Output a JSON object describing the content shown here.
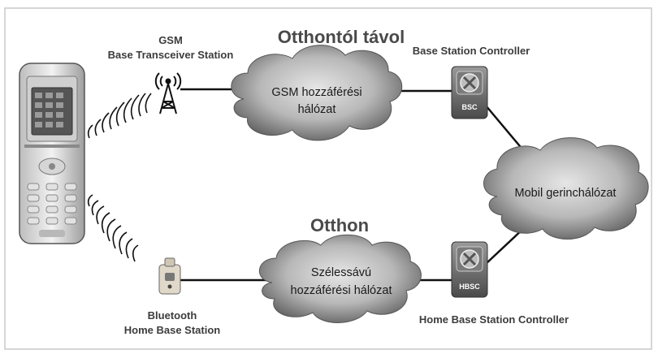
{
  "title_top": "Otthontól távol",
  "title_bottom": "Otthon",
  "gsm_bts": {
    "line1": "GSM",
    "line2": "Base Transceiver Station"
  },
  "bsc": {
    "label": "Base Station Controller",
    "badge": "BSC"
  },
  "hbsc": {
    "label": "Home Base Station Controller",
    "badge": "HBSC"
  },
  "bluetooth_hbs": {
    "line1": "Bluetooth",
    "line2": "Home Base Station"
  },
  "cloud_gsm": {
    "line1": "GSM  hozzáférési",
    "line2": "hálózat"
  },
  "cloud_broadband": {
    "line1": "Szélessávú",
    "line2": "hozzáférési hálózat"
  },
  "cloud_core": {
    "line1": "Mobil gerinchálózat"
  },
  "colors": {
    "cloud_dark": "#5a5a5a",
    "cloud_light": "#d8d8d8",
    "line": "#111111",
    "frame": "#bdbdbd"
  }
}
